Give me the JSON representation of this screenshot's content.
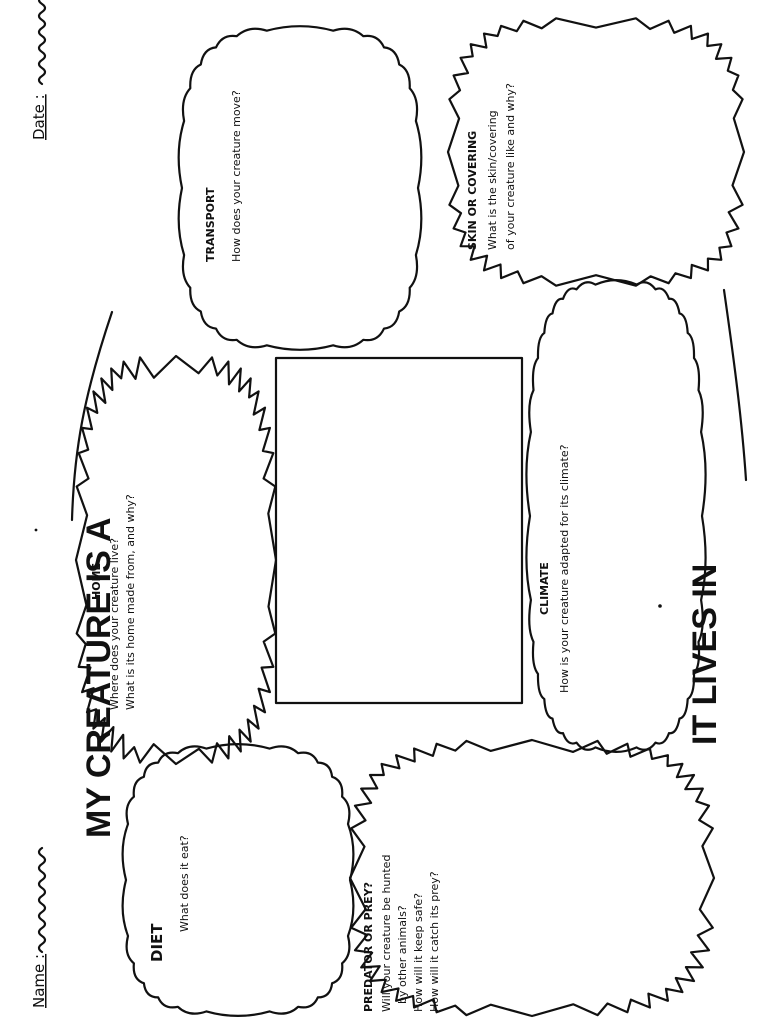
{
  "worksheet": {
    "name_label": "Name :",
    "date_label": "Date :",
    "title_top": "MY CREATURE IS A",
    "title_bottom": "IT LIVES IN",
    "panels": {
      "home": {
        "heading": "HOME",
        "lines": [
          "Where does your creature live?",
          "What is its home made from, and why?"
        ]
      },
      "transport": {
        "heading": "TRANSPORT",
        "lines": [
          "How does your creature move?"
        ]
      },
      "skin": {
        "heading": "SKIN OR COVERING",
        "lines": [
          "What is the skin/covering",
          "of your creature like and why?"
        ]
      },
      "climate": {
        "heading": "CLIMATE",
        "lines": [
          "How is your creature adapted for its climate?"
        ]
      },
      "diet": {
        "heading": "DIET",
        "lines": [
          "What does it eat?"
        ]
      },
      "predator": {
        "heading": "PREDATOR OR PREY?",
        "lines": [
          "Will your creature be hunted",
          "by other animals?",
          "How will it keep safe?",
          "How will it catch its prey?"
        ]
      }
    }
  }
}
